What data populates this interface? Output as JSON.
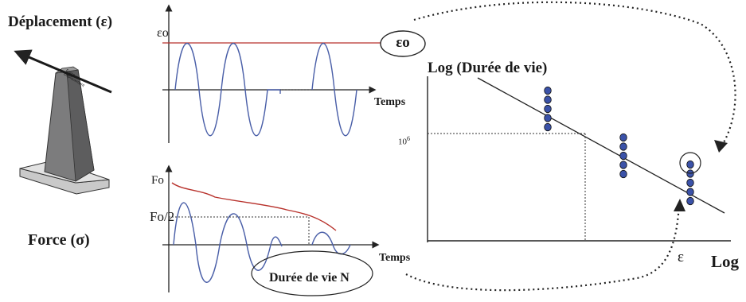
{
  "labels": {
    "displacement_title": "Déplacement  (ε)",
    "force_title": "Force (σ)",
    "eps0_axis": "εo",
    "eps0_bubble": "εo",
    "temps_top": "Temps",
    "temps_bottom": "Temps",
    "fo_axis": "Fo",
    "fo2_axis": "Fo/2",
    "duree_de_vie": "Durée de vie N",
    "log_duree_de_vie": "Log (Durée de vie)",
    "tick_10": "10",
    "tick_exp": "6",
    "x_axis_eps": "ε",
    "x_axis_log": "Log",
    "specimen_text_1": "Force",
    "specimen_text_2": "Déplacement"
  },
  "chart_data": {
    "type": "scatter",
    "xlabel": "ε",
    "ylabel": "Log (Durée de vie)",
    "x_scale": "log",
    "y_scale": "log",
    "y_ticks": [
      "10^6"
    ],
    "groups": [
      {
        "points": 5,
        "circled": false
      },
      {
        "points": 5,
        "circled": false
      },
      {
        "points": 5,
        "circled": true
      }
    ]
  },
  "colors": {
    "line": "#222222",
    "envelope": "#b8322c",
    "wave": "#4a5fa8",
    "dot_fill": "#3b52a8",
    "specimen": "#6f6f70"
  },
  "icons": [
    "fatigue-specimen-icon"
  ]
}
